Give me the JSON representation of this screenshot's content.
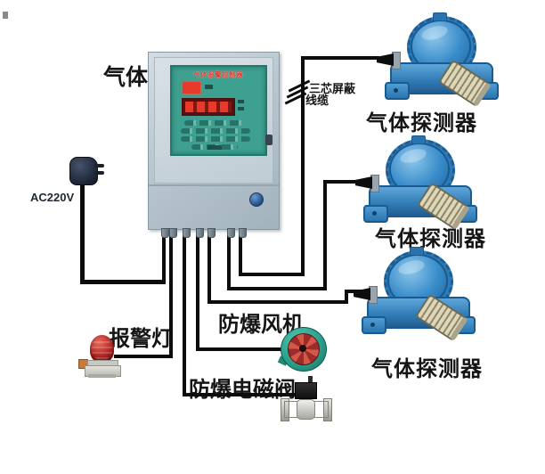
{
  "labels": {
    "controller": "气体报警控制器",
    "power": "AC220V",
    "cable_line1": "三芯屏蔽",
    "cable_line2": "线缆",
    "detectors": [
      "气体探测器",
      "气体探测器",
      "气体探测器"
    ],
    "alarm_light": "报警灯",
    "fan": "防爆风机",
    "valve": "防爆电磁阀"
  },
  "panel": {
    "screen_title": "气体报警控制器"
  },
  "colors": {
    "background": "#ffffff",
    "wire": "#0c0c0c",
    "panel_body": "#c0ccd4",
    "screen": "#3ea090",
    "led": "#e8392a",
    "detector_blue": "#3a8dca",
    "fan_teal": "#2aa18d",
    "alarm_red": "#b22626"
  }
}
